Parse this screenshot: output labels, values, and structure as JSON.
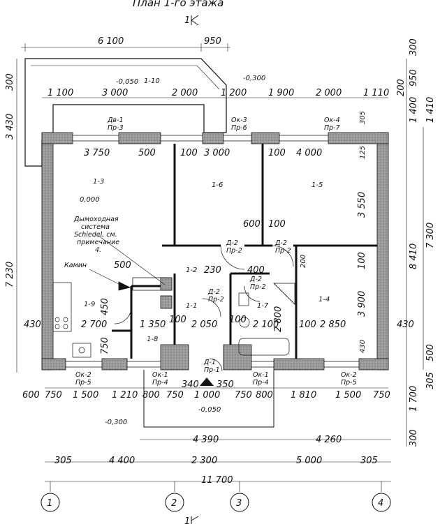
{
  "title": "План 1-го этажа",
  "section_mark": "1",
  "levels": [
    "-0,050",
    "-0,300",
    "0,000",
    "-0,300",
    "-0,050"
  ],
  "room_numbers": [
    "1-10",
    "1-3",
    "1-6",
    "1-5",
    "1-2",
    "1-1",
    "1-7",
    "1-4",
    "1-9",
    "1-8"
  ],
  "opening_labels": [
    "Дв-1",
    "Пр-3",
    "Ок-3",
    "Пр-6",
    "Ок-4",
    "Пр-7",
    "Ок-2",
    "Пр-5",
    "Ок-1",
    "Пр-4",
    "Д-1",
    "Пр-1",
    "Ок-1",
    "Пр-4",
    "Ок-2",
    "Пр-5",
    "Д-2",
    "Пр-2",
    "Д-2",
    "Пр-2",
    "Д-2",
    "Пр-2",
    "Д-2",
    "Пр-2"
  ],
  "notes": {
    "chimney_line1": "Дымоходная",
    "chimney_line2": "система",
    "chimney_line3": "Schiedel, см.",
    "chimney_line4": "примечание",
    "chimney_line5": "4.",
    "fireplace": "Камин"
  },
  "dims_top": [
    "6 100",
    "950",
    "1 100",
    "3 000",
    "2 000",
    "1 200",
    "1 900",
    "2 000",
    "1 110",
    "305",
    "125"
  ],
  "dims_rooms": [
    "3 750",
    "500",
    "100",
    "3 000",
    "100",
    "4 000",
    "600",
    "100",
    "500",
    "230",
    "400",
    "200",
    "2 700",
    "1 350",
    "100",
    "2 050",
    "100",
    "2 100",
    "100",
    "2 850",
    "100",
    "2 800",
    "450",
    "750",
    "3 550",
    "3 900",
    "430",
    "430",
    "430",
    "340",
    "350"
  ],
  "dims_bottom": [
    "600",
    "750",
    "1 500",
    "1 210",
    "800",
    "750",
    "1 000",
    "750",
    "800",
    "1 810",
    "1 500",
    "750",
    "4 390",
    "4 260",
    "305",
    "4 400",
    "2 300",
    "5 000",
    "305",
    "11 700"
  ],
  "dims_left": [
    "300",
    "3 430",
    "7 230"
  ],
  "dims_right": [
    "300",
    "950",
    "200",
    "1 400",
    "1 410",
    "7 300",
    "8 410",
    "500",
    "305",
    "1 700",
    "300"
  ],
  "axes": [
    "1",
    "2",
    "3",
    "4"
  ]
}
